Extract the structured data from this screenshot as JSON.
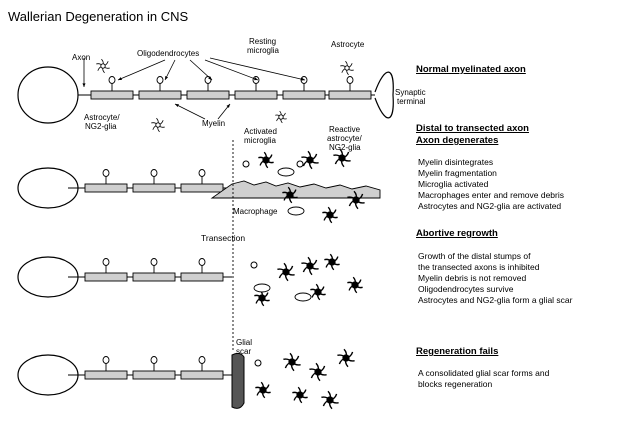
{
  "title": "Wallerian Degeneration in CNS",
  "labels": {
    "axon": "Axon",
    "oligodendrocytes": "Oligodendrocytes",
    "resting_microglia_1": "Resting",
    "resting_microglia_2": "microglia",
    "astrocyte": "Astrocyte",
    "synaptic_terminal_1": "Synaptic",
    "synaptic_terminal_2": "terminal",
    "astrocyte_ng2_1": "Astrocyte/",
    "astrocyte_ng2_2": "NG2-glia",
    "myelin": "Myelin",
    "activated_microglia_1": "Activated",
    "activated_microglia_2": "microglia",
    "reactive_1": "Reactive",
    "reactive_2": "astrocyte/",
    "reactive_3": "NG2-glia",
    "macrophage": "Macrophage",
    "transection": "Transection",
    "glial_scar_1": "Glial",
    "glial_scar_2": "scar"
  },
  "panels": [
    {
      "heading": "Normal myelinated axon",
      "subheading": "",
      "items": []
    },
    {
      "heading": "Distal to transected axon",
      "subheading": "Axon degenerates",
      "items": [
        "Myelin disintegrates",
        "Myelin fragmentation",
        "Microglia activated",
        "Macrophages enter and remove debris",
        "Astrocytes and NG2-glia are activated"
      ]
    },
    {
      "heading": "Abortive regrowth",
      "subheading": "",
      "items": [
        "Growth of the distal stumps of",
        "the transected axons is inhibited",
        "Myelin debris is not removed",
        "Oligodendrocytes survive",
        "Astrocytes and NG2-glia form a glial scar"
      ]
    },
    {
      "heading": "Regeneration fails",
      "subheading": "",
      "items": [
        "A consolidated glial scar forms and",
        "blocks regeneration"
      ]
    }
  ],
  "colors": {
    "myelin": "#cfcfcf",
    "stroke": "#000000",
    "scar": "#555555"
  }
}
